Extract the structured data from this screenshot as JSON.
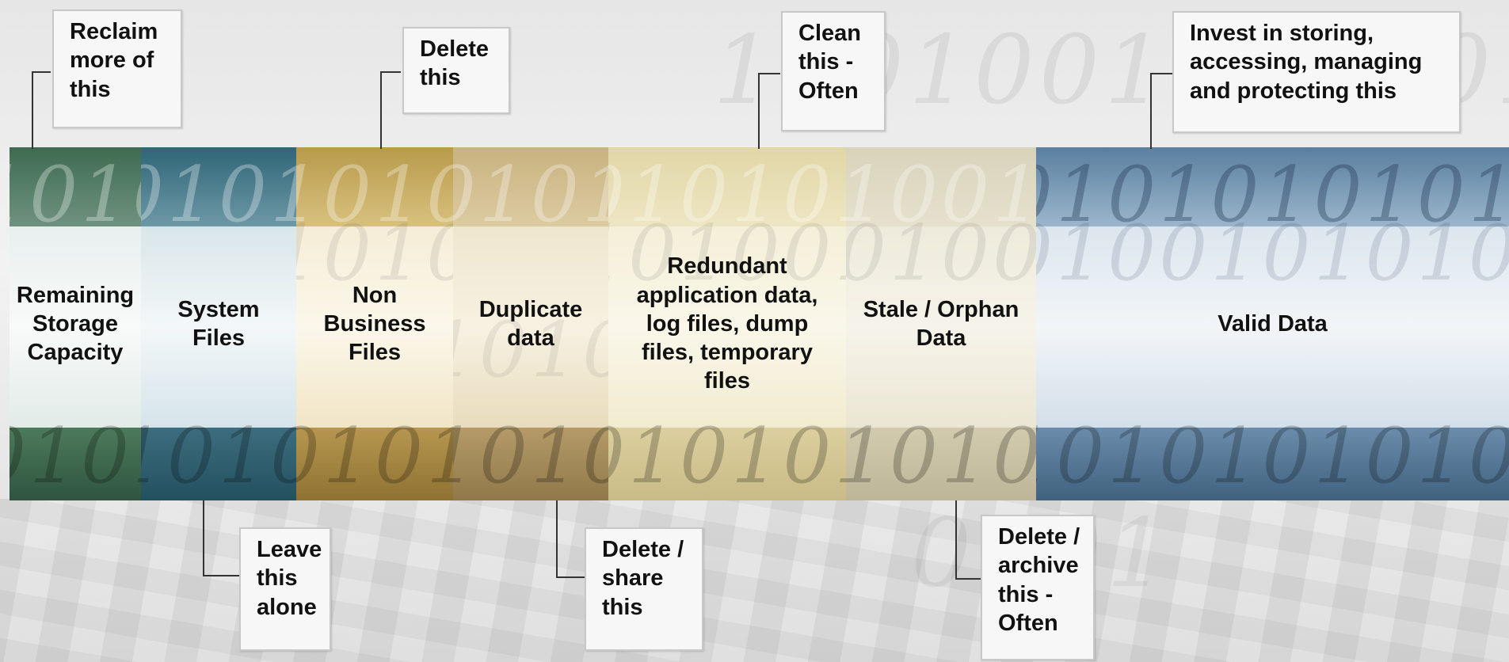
{
  "segments": [
    {
      "id": "remaining-storage",
      "label": "Remaining Storage Capacity"
    },
    {
      "id": "system-files",
      "label": "System Files"
    },
    {
      "id": "non-business-files",
      "label": "Non Business Files"
    },
    {
      "id": "duplicate-data",
      "label": "Duplicate data"
    },
    {
      "id": "redundant-application-data",
      "label": "Redundant application data, log files, dump files, temporary files"
    },
    {
      "id": "stale-orphan-data",
      "label": "Stale / Orphan Data"
    },
    {
      "id": "valid-data",
      "label": "Valid Data"
    }
  ],
  "callouts_top": [
    {
      "segment": "remaining-storage",
      "text": "Reclaim more of this"
    },
    {
      "segment": "non-business-files",
      "text": "Delete this"
    },
    {
      "segment": "redundant-application-data",
      "text": "Clean this - Often"
    },
    {
      "segment": "valid-data",
      "text": "Invest in storing, accessing, managing and protecting this"
    }
  ],
  "callouts_bottom": [
    {
      "segment": "system-files",
      "text": "Leave this alone"
    },
    {
      "segment": "duplicate-data",
      "text": "Delete / share this"
    },
    {
      "segment": "stale-orphan-data",
      "text": "Delete / archive this - Often"
    }
  ],
  "colors": {
    "remaining-storage": "#3e6b50",
    "system-files": "#2f6678",
    "non-business-files": "#b89a4a",
    "duplicate-data": "#c8b27e",
    "redundant-application-data": "#e1d6a6",
    "stale-orphan-data": "#d8d3bb",
    "valid-data": "#5a7f9f"
  }
}
